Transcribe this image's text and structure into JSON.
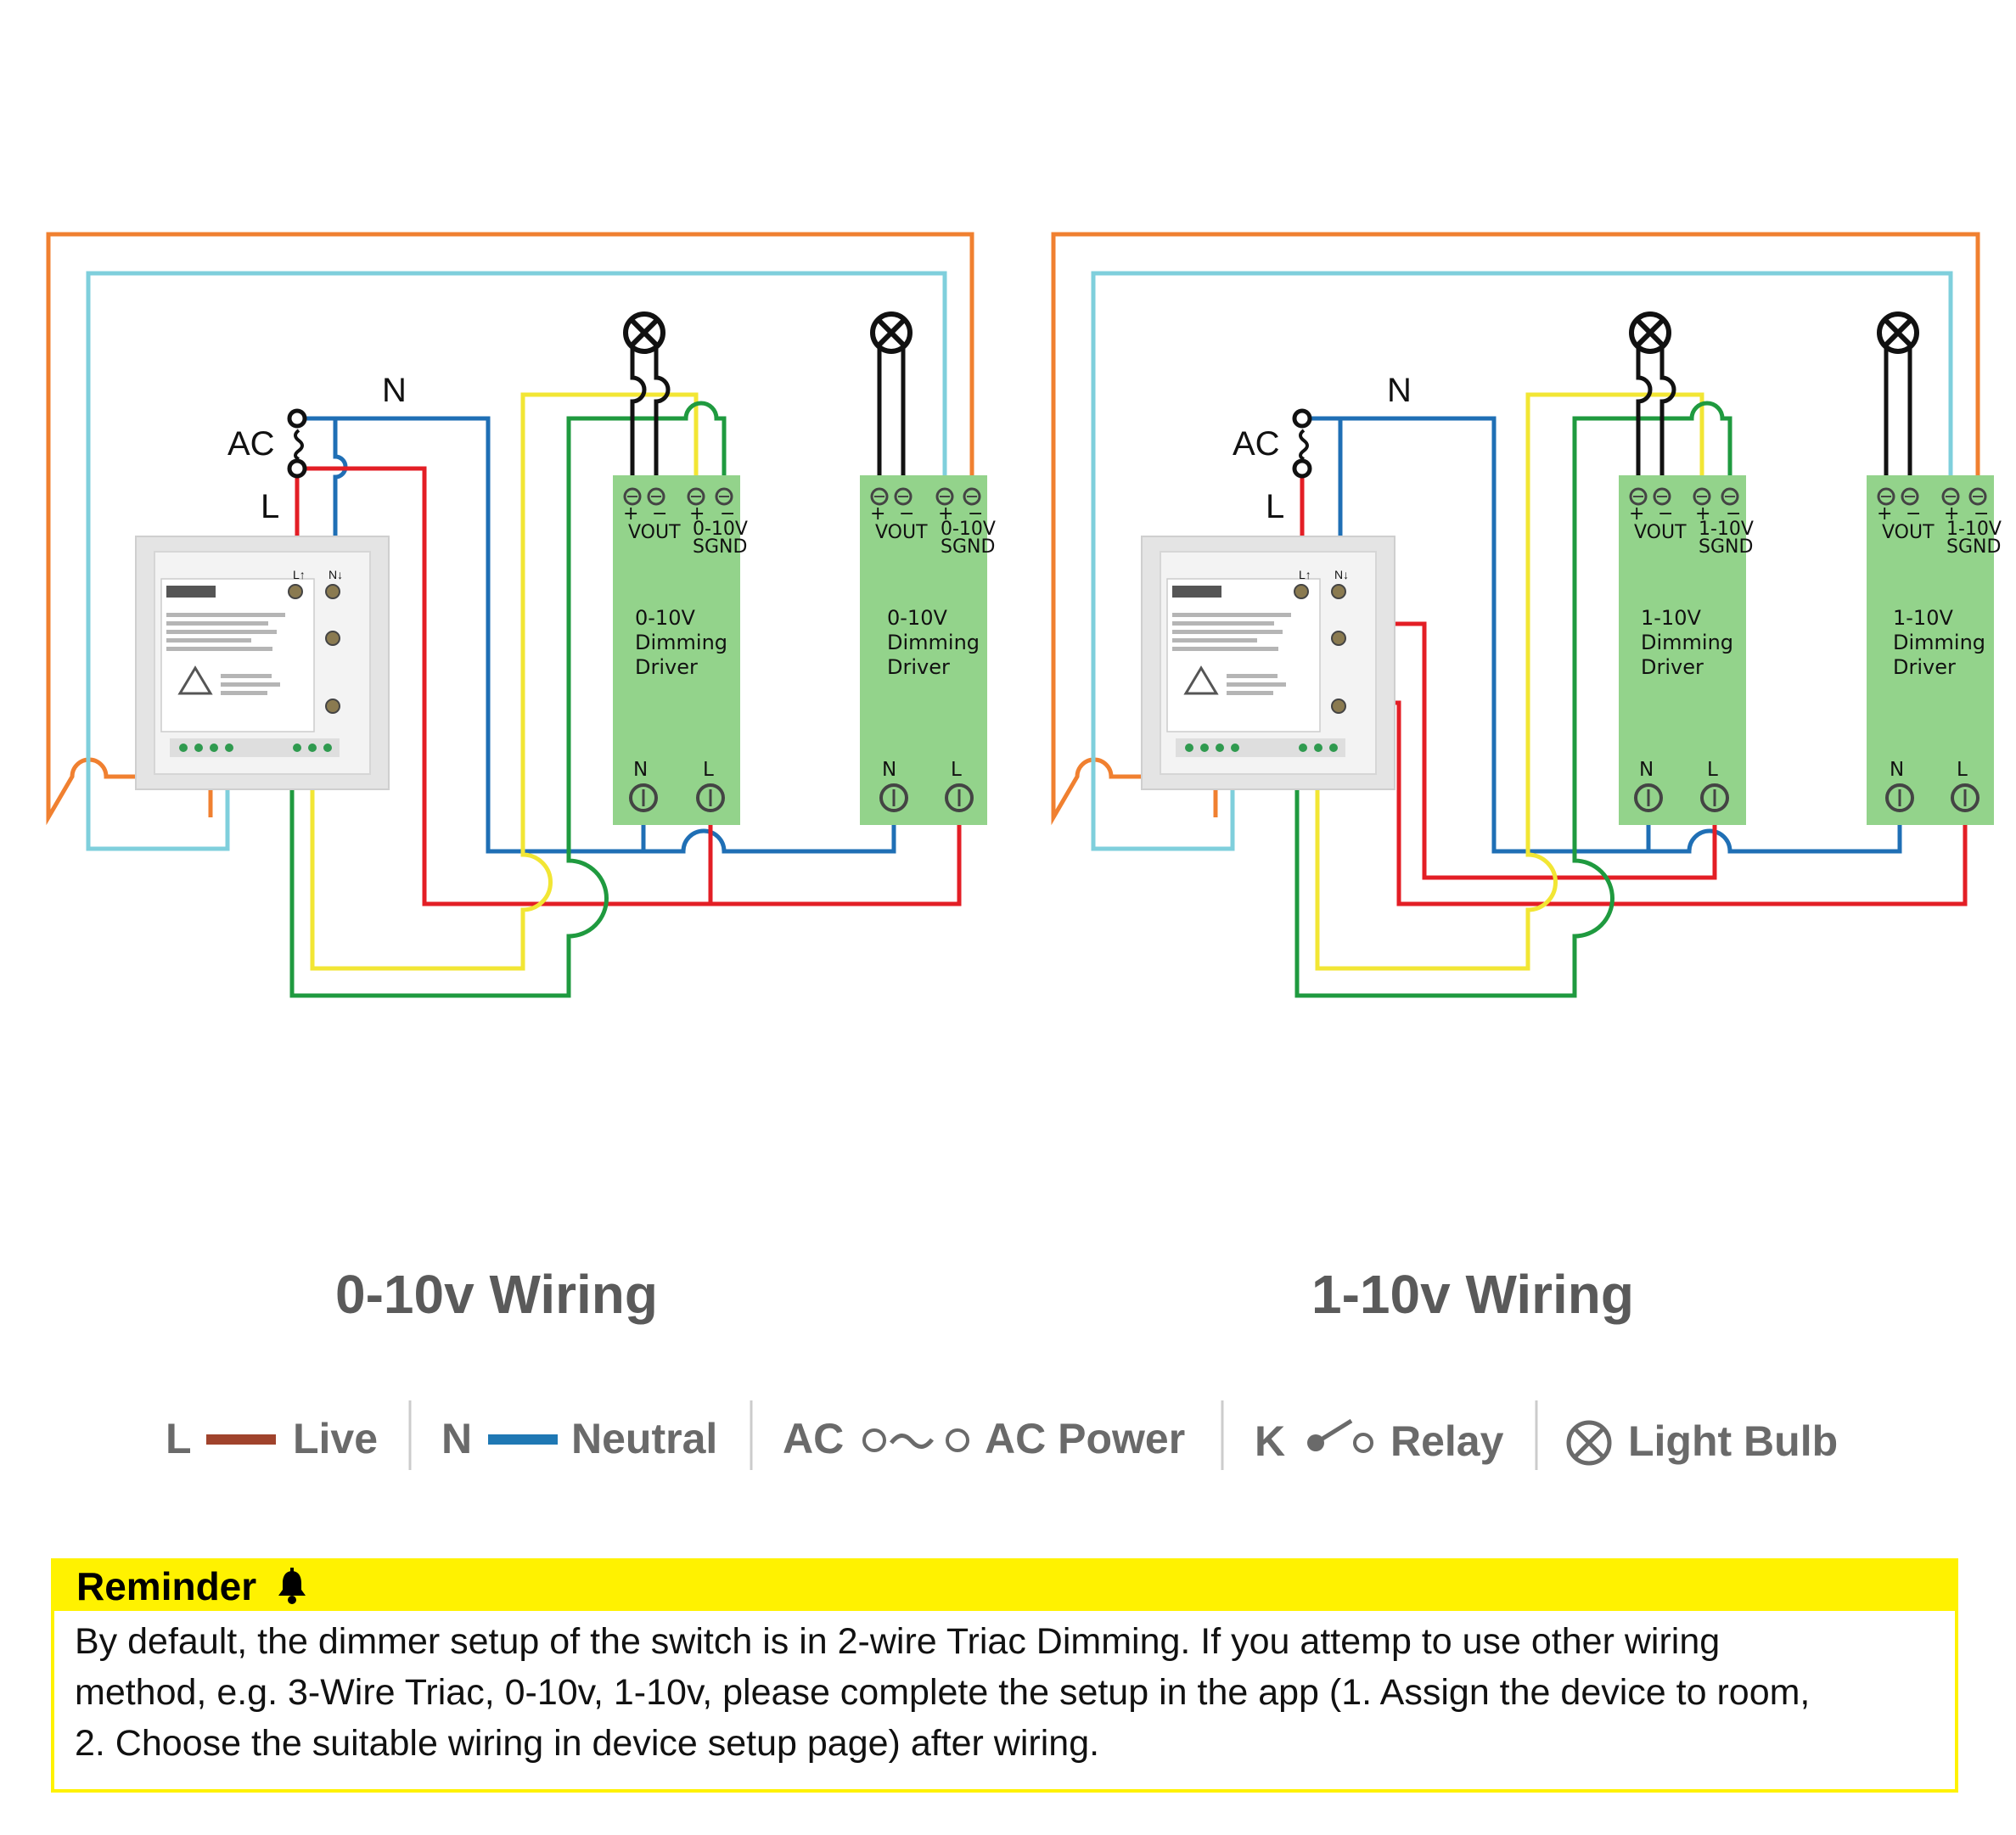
{
  "colors": {
    "live": "#e31e25",
    "neutral": "#1f6fb5",
    "orange": "#f08030",
    "lightblue": "#7fcfdc",
    "yellow": "#f2e634",
    "green": "#1f9a3f",
    "driver_fill": "#93d38b",
    "legend_live": "#a0432c",
    "legend_neutral": "#1f78b4",
    "reminder_yellow": "#fff200"
  },
  "diagrams": [
    {
      "title": "0-10v Wiring",
      "ac_label": "AC",
      "n_label": "N",
      "l_label": "L",
      "switch_terminals": [
        "L↑",
        "N↓"
      ],
      "drivers": [
        {
          "name_line1": "0-10V",
          "name_line2": "Dimming",
          "name_line3": "Driver",
          "vout": "VOUT",
          "sig1": "0-10V",
          "sig2": "SGND",
          "n": "N",
          "l": "L"
        },
        {
          "name_line1": "0-10V",
          "name_line2": "Dimming",
          "name_line3": "Driver",
          "vout": "VOUT",
          "sig1": "0-10V",
          "sig2": "SGND",
          "n": "N",
          "l": "L"
        }
      ]
    },
    {
      "title": "1-10v Wiring",
      "ac_label": "AC",
      "n_label": "N",
      "l_label": "L",
      "switch_terminals": [
        "L↑",
        "N↓"
      ],
      "drivers": [
        {
          "name_line1": "1-10V",
          "name_line2": "Dimming",
          "name_line3": "Driver",
          "vout": "VOUT",
          "sig1": "1-10V",
          "sig2": "SGND",
          "n": "N",
          "l": "L"
        },
        {
          "name_line1": "1-10V",
          "name_line2": "Dimming",
          "name_line3": "Driver",
          "vout": "VOUT",
          "sig1": "1-10V",
          "sig2": "SGND",
          "n": "N",
          "l": "L"
        }
      ]
    }
  ],
  "legend": {
    "live_letter": "L",
    "live_text": "Live",
    "neutral_letter": "N",
    "neutral_text": "Neutral",
    "ac_letter": "AC",
    "ac_text": "AC Power",
    "relay_letter": "K",
    "relay_text": "Relay",
    "bulb_text": "Light Bulb"
  },
  "reminder": {
    "title": "Reminder",
    "line1": "By default, the dimmer setup of the switch is in 2-wire Triac Dimming. If you attemp to use other wiring",
    "line2": "method, e.g. 3-Wire Triac, 0-10v, 1-10v, please complete the setup in the app (1. Assign the device to room,",
    "line3": "2. Choose the suitable wiring in device setup page) after wiring."
  }
}
